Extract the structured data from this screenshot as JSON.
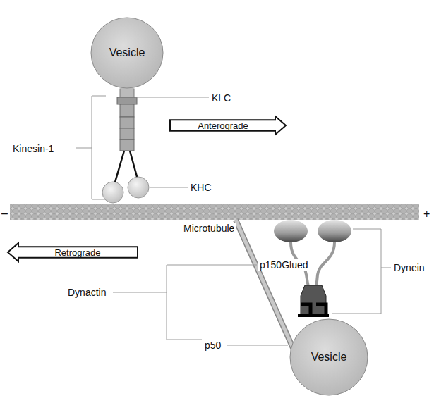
{
  "diagram": {
    "nodes": [
      {
        "text": [
          "Vesicle"
        ]
      },
      {
        "text": [
          "Anterograde"
        ]
      },
      {
        "text": [
          "Retrograde"
        ]
      },
      {
        "text": [
          "Vesicle"
        ]
      }
    ],
    "labels": [
      "KLC",
      "Kinesin-1",
      "KHC",
      "–",
      "+",
      "Microtubule",
      "p150Glued",
      "Dynein",
      "Dynactin",
      "p50"
    ]
  }
}
